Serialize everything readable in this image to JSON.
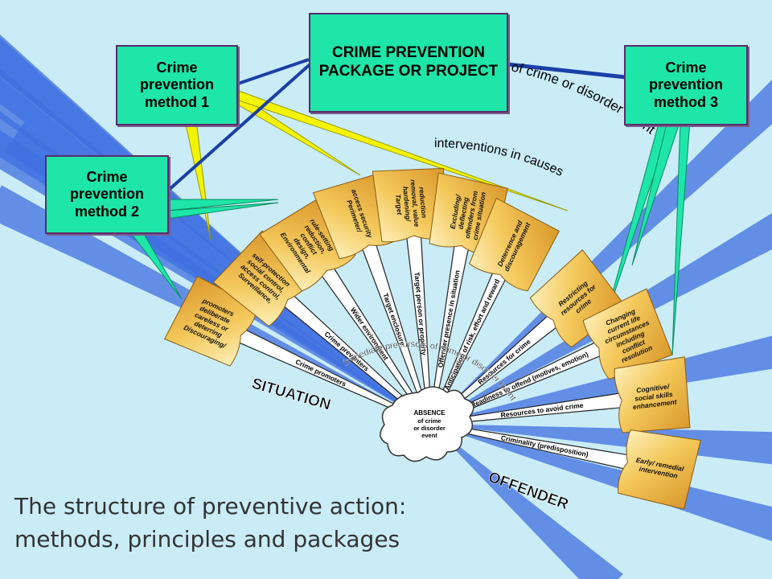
{
  "boxes": {
    "package": "CRIME PREVENTION PACKAGE OR PROJECT",
    "method1": "Crime prevention method 1",
    "method2": "Crime prevention method 2",
    "method3": "Crime prevention method 3"
  },
  "center": {
    "title": "ABSENCE",
    "lines": [
      "of crime",
      "or disorder",
      "event"
    ]
  },
  "arcs": {
    "inner": "immediate precursors of crime or disorder event",
    "middle": "interventions in causes",
    "outer": "of crime or disorder event"
  },
  "groups": {
    "situation": "SITUATION",
    "offender": "OFFENDER"
  },
  "spokes": [
    {
      "label": "Crime promoters",
      "card": "Discouraging/ deterring careless or deliberate promoters"
    },
    {
      "label": "Crime preventers",
      "card": "Surveillance, access control, social control, self-protection"
    },
    {
      "label": "Wider environment",
      "card": "Environmental design, conflict reduction, rule-setting"
    },
    {
      "label": "Target enclosure",
      "card": "Perimeter/ access security"
    },
    {
      "label": "Target person or property",
      "card": "Target hardening/ removal, value reduction"
    },
    {
      "label": "Offender presence in situation",
      "card": "Excluding/ deflecting offenders from crime situation"
    },
    {
      "label": "Anticipation of risk, effort and reward",
      "card": "Deterrence and discouragement"
    },
    {
      "label": "Resources for crime",
      "card": "Restricting resources for crime"
    },
    {
      "label": "Readiness to offend (motives, emotion)",
      "card": "Changing current life circumstances including conflict resolution"
    },
    {
      "label": "Resources to avoid crime",
      "card": "Cognitive/ social skills enhancement"
    },
    {
      "label": "Criminality (predisposition)",
      "card": "Early/ remedial intervention"
    }
  ],
  "caption": {
    "line1": "The structure of preventive action:",
    "line2": "methods, principles and packages"
  }
}
